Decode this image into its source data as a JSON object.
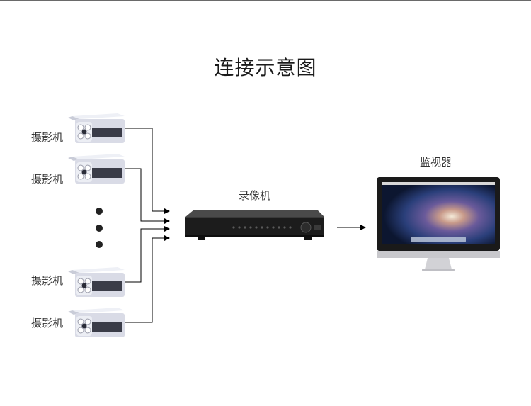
{
  "title": "连接示意图",
  "labels": {
    "camera_1": "摄影机",
    "camera_2": "摄影机",
    "camera_3": "摄影机",
    "camera_4": "摄影机",
    "recorder": "录像机",
    "monitor": "监视器"
  },
  "colors": {
    "line": "#000000",
    "camera_body": "#d9dbe6",
    "recorder_body": "#1c1c1c",
    "screen": "#2a3f7a"
  },
  "icons": {
    "camera": "security-camera-icon",
    "recorder": "dvr-recorder-icon",
    "monitor": "desktop-monitor-icon"
  }
}
